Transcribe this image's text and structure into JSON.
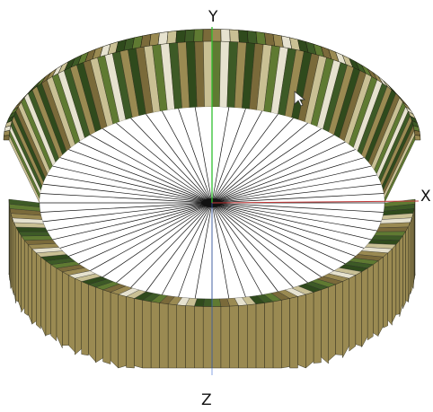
{
  "axes": {
    "x_label": "X",
    "y_label": "Y",
    "z_label": "Z",
    "colors": {
      "x": "#c43a3a",
      "y": "#2fbf2f",
      "z": "#3a6bd6"
    }
  },
  "ring": {
    "texture_colors": [
      "#2f4a1c",
      "#5f7a32",
      "#9a8a52",
      "#c9c094",
      "#3d5a26",
      "#7a6a3a",
      "#e6e2cf"
    ],
    "spoke_color": "#111111"
  },
  "cursor": {
    "shape": "arrow-pointer"
  }
}
